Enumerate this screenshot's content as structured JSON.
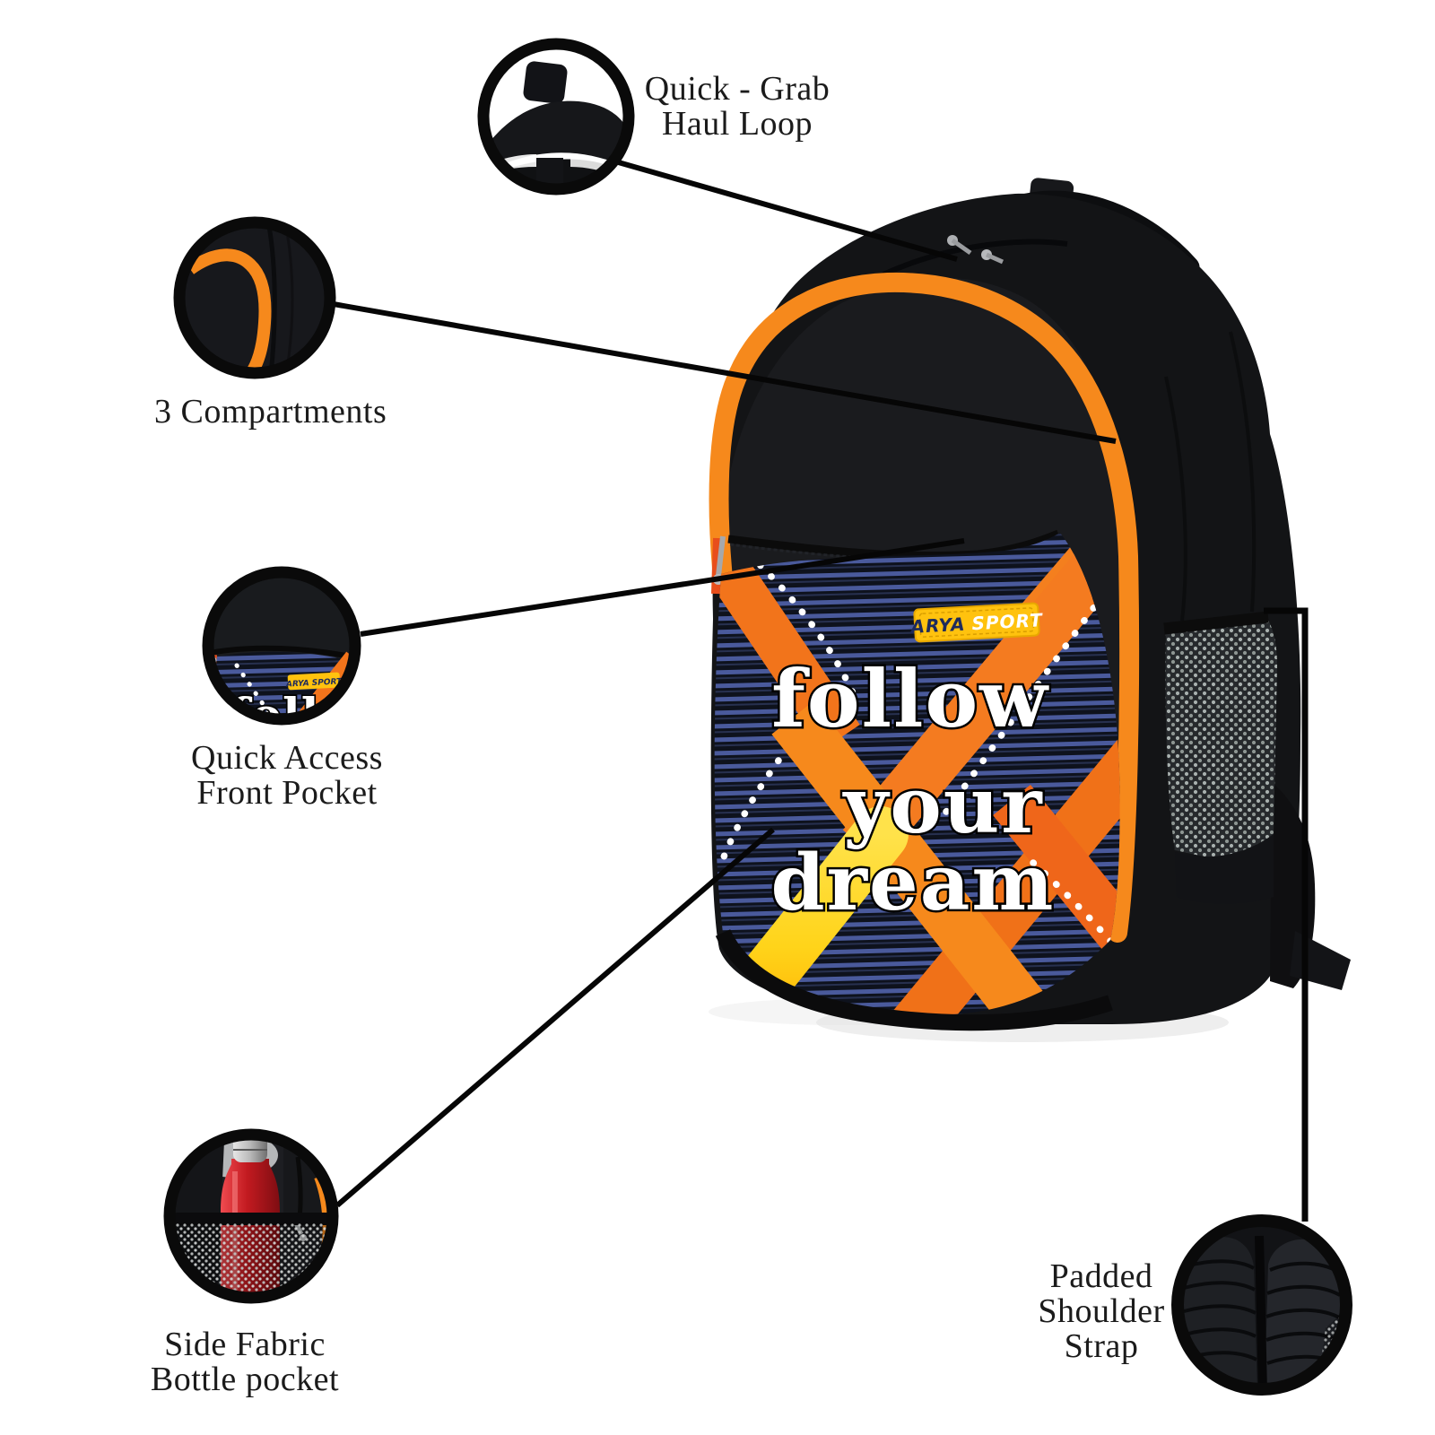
{
  "callouts": {
    "haul_loop": {
      "line1": "Quick - Grab",
      "line2": "Haul Loop"
    },
    "compartments": {
      "line1": "3 Compartments"
    },
    "front_pocket": {
      "line1": "Quick Access",
      "line2": "Front Pocket"
    },
    "bottle_pocket": {
      "line1": "Side Fabric",
      "line2": "Bottle pocket"
    },
    "shoulder_strap": {
      "line1": "Padded",
      "line2": "Shoulder",
      "line3": "Strap"
    }
  },
  "backpack": {
    "brand_label": {
      "brand": "ARYA",
      "suffix": "SPORT"
    },
    "mini_brand_label": "ARYA SPORT",
    "slogan": {
      "line1": "follow",
      "line2": "your",
      "line3": "dream"
    }
  },
  "colors": {
    "piping_orange": "#F6891C",
    "band_orange": "#F47B20",
    "band_deep_orange": "#EF661A",
    "band_yellow": "#FFD41A",
    "label_yellow": "#FFC20E",
    "brand_text_navy": "#1E2B5C",
    "stripe_blue": "#4A5A9C",
    "bottle_red": "#C21A20",
    "slogan_white": "#FFFFFF",
    "line_black": "#0A0A0A"
  }
}
